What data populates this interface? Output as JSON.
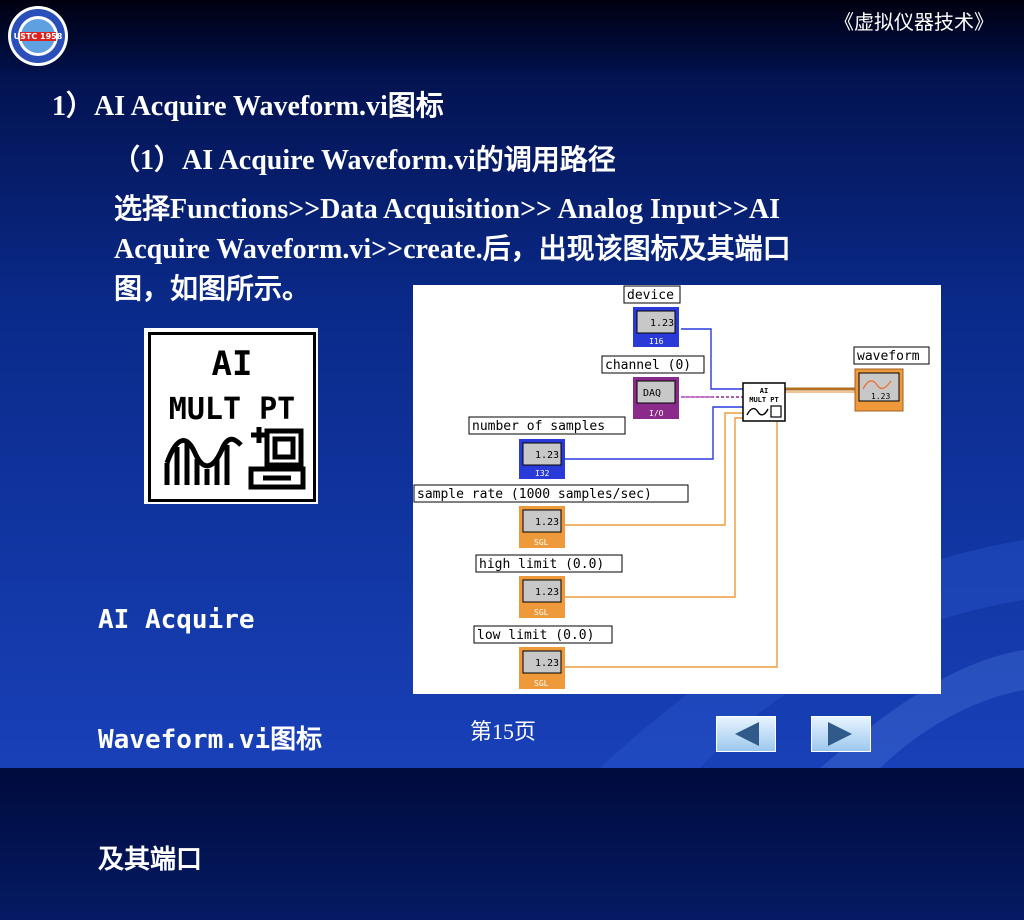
{
  "header": {
    "course_title": "《虚拟仪器技术》",
    "logo_text": "USTC 1958"
  },
  "content": {
    "heading_1": "1）AI Acquire Waveform.vi图标",
    "heading_2": "（1）AI Acquire Waveform.vi的调用路径",
    "paragraph_lines": [
      "选择Functions>>Data Acquisition>> Analog Input>>AI",
      "Acquire Waveform.vi>>create.后，出现该图标及其端口",
      "图，如图所示。"
    ]
  },
  "vi_icon": {
    "line_1": "AI",
    "line_2": "MULT PT"
  },
  "caption_lines": [
    "AI Acquire",
    "Waveform.vi图标",
    "及其端口"
  ],
  "block_diagram": {
    "controls": [
      {
        "label": "device",
        "value": "1.23",
        "type": "I16",
        "color": "#2a3ad8"
      },
      {
        "label": "channel (0)",
        "value": "DAQ",
        "type": "I/O",
        "color": "#8a2a8a"
      },
      {
        "label": "number of samples",
        "value": "1.23",
        "type": "I32",
        "color": "#2a3ad8"
      },
      {
        "label": "sample rate (1000 samples/sec)",
        "value": "1.23",
        "type": "SGL",
        "color": "#ee9a3a"
      },
      {
        "label": "high limit (0.0)",
        "value": "1.23",
        "type": "SGL",
        "color": "#ee9a3a"
      },
      {
        "label": "low limit (0.0)",
        "value": "1.23",
        "type": "SGL",
        "color": "#ee9a3a"
      }
    ],
    "subvi": {
      "line_1": "AI",
      "line_2": "MULT PT"
    },
    "indicator": {
      "label": "waveform",
      "value": "1.23"
    }
  },
  "footer": {
    "page": "第15页"
  }
}
